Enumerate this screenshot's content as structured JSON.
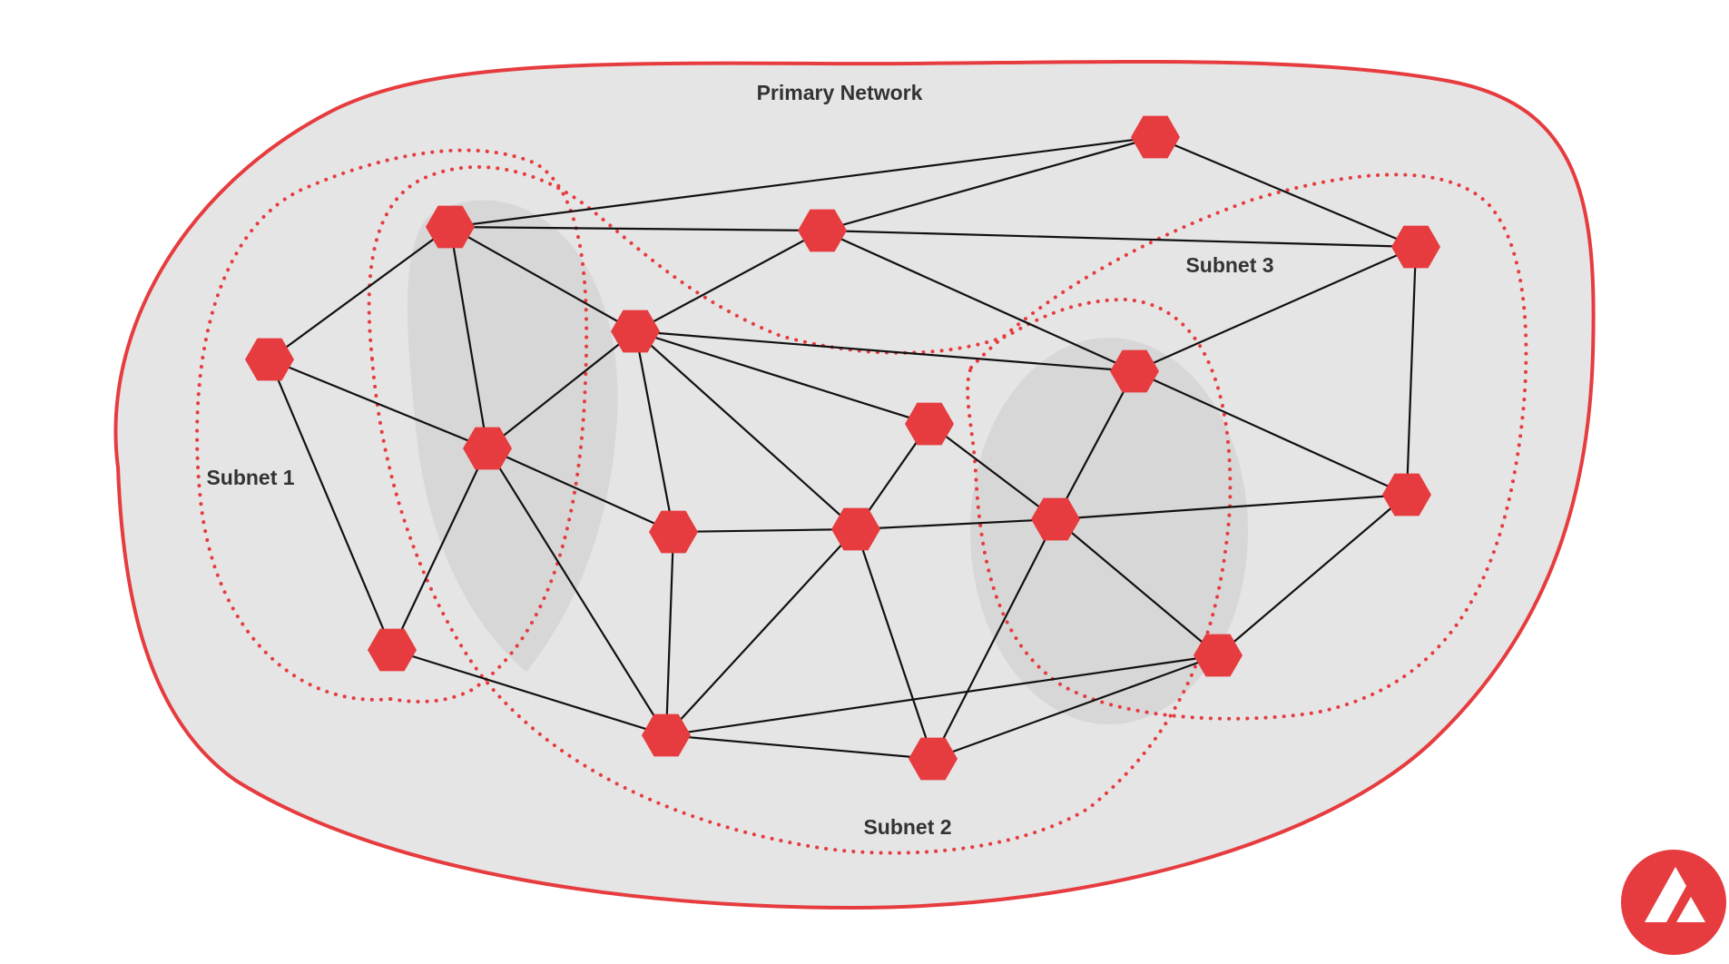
{
  "labels": {
    "primary": "Primary Network",
    "subnet1": "Subnet 1",
    "subnet2": "Subnet 2",
    "subnet3": "Subnet 3"
  },
  "colors": {
    "accent": "#e63c3f",
    "network_fill": "#e5e5e5",
    "edge": "#111111",
    "text": "#333333"
  },
  "logo": {
    "icon": "avalanche-logo-icon"
  }
}
